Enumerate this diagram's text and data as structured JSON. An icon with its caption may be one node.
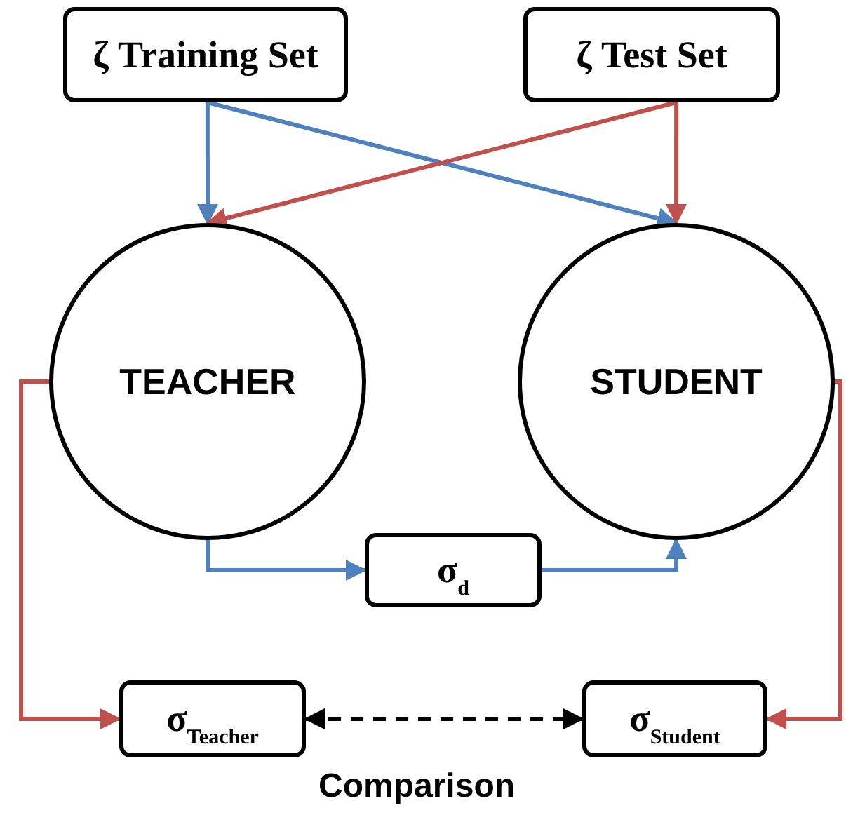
{
  "diagram": {
    "nodes": [
      {
        "text": [
          "ζ Training Set"
        ]
      },
      {
        "text": [
          "ζ Test Set"
        ]
      },
      {
        "text": [
          "TEACHER"
        ]
      },
      {
        "text": [
          "STUDENT"
        ]
      },
      {
        "text": [
          "σ$_{d}$"
        ]
      },
      {
        "text": [
          "σ$_{Teacher}$"
        ]
      },
      {
        "text": [
          "σ$_{Student}$"
        ]
      }
    ],
    "edges": [
      {
        "from": 0,
        "to": 2,
        "arrow": "to",
        "color": "#4f81bd"
      },
      {
        "from": 0,
        "to": 3,
        "arrow": "to",
        "color": "#4f81bd"
      },
      {
        "from": 1,
        "to": 2,
        "arrow": "to",
        "color": "#c0504d"
      },
      {
        "from": 1,
        "to": 3,
        "arrow": "to",
        "color": "#c0504d"
      },
      {
        "from": 2,
        "to": 4,
        "arrow": "to",
        "color": "#4f81bd"
      },
      {
        "from": 4,
        "to": 3,
        "arrow": "to",
        "color": "#4f81bd"
      },
      {
        "from": 2,
        "to": 5,
        "arrow": "to",
        "color": "#c0504d"
      },
      {
        "from": 3,
        "to": 6,
        "arrow": "to",
        "color": "#c0504d"
      },
      {
        "from": 5,
        "to": 6,
        "arrow": "both",
        "style": "dashed",
        "color": "#000000"
      }
    ],
    "labels": [
      "Comparison"
    ]
  }
}
